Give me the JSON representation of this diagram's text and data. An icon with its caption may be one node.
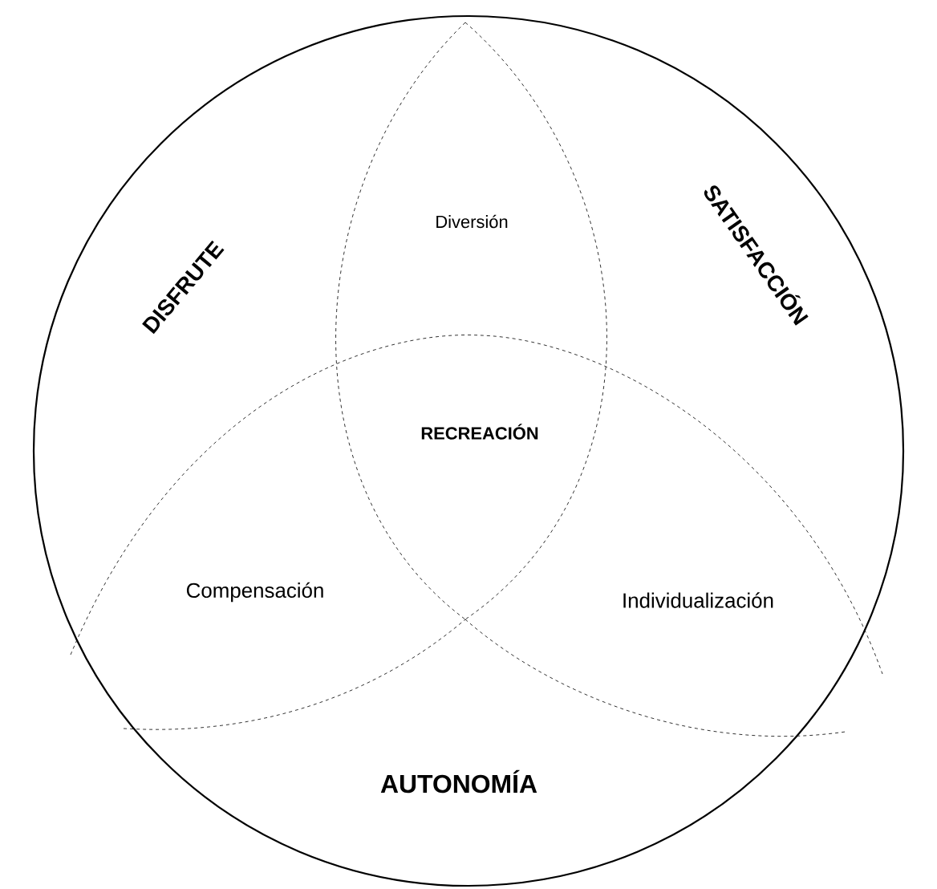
{
  "diagram": {
    "labels": [
      "Diversión",
      "DISFRUTE",
      "SATISFACCIÓN",
      "RECREACIÓN",
      "Compensación",
      "Individualización",
      "AUTONOMÍA"
    ]
  }
}
